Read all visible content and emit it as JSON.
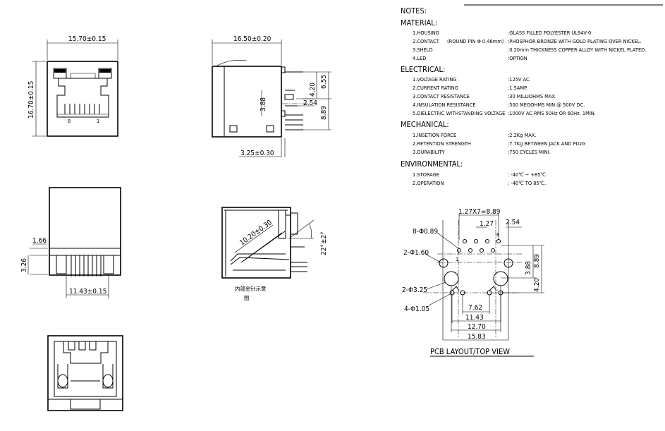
{
  "views": {
    "front": {
      "width_dim": "15.70±0.15",
      "height_dim": "16.70±0.15",
      "pin_left": "8",
      "pin_right": "1"
    },
    "side": {
      "length_dim": "16.50±0.20",
      "top_dim": "6.55",
      "d1": "4.20",
      "d2": "3.88",
      "d3": "2.54",
      "d4": "8.89",
      "bottom_dim": "3.25±0.30"
    },
    "rear": {
      "d1": "1.66",
      "d2": "3.26",
      "width_dim": "11.43±0.15"
    },
    "section": {
      "diag_dim": "10.20±0.30",
      "angle_dim": "22°±2°",
      "caption_line1": "内部金针示意",
      "caption_line2": "图"
    }
  },
  "notes": {
    "title": "NOTES:",
    "sections": [
      {
        "heading": "MATERIAL:",
        "items": [
          {
            "label": "1.HOUSING",
            "extra": "",
            "value": ":GLASS FILLED POLYESTER UL94V-0"
          },
          {
            "label": "2.CONTACT",
            "extra": "(ROUND PIN Φ 0.46mm)",
            "value": ":PHOSPHOR BRONZE WITH GOLD PLATING OVER NICKEL."
          },
          {
            "label": "3.SHELD",
            "extra": "",
            "value": ":0.20mm THICKNESS COPPER ALLOY WITH NICKEL PLATED."
          },
          {
            "label": "4.LED",
            "extra": "",
            "value": ":OPTION"
          }
        ]
      },
      {
        "heading": "ELECTRICAL:",
        "items": [
          {
            "label": "1.VOLTAGE RATING",
            "extra": "",
            "value": ":125V AC."
          },
          {
            "label": "2.CURRENT RATING",
            "extra": "",
            "value": ":1.5AMP."
          },
          {
            "label": "3.CONTACT RESISTANCE",
            "extra": "",
            "value": ":30 MILLIOHMS MAX."
          },
          {
            "label": "4.INSULATION RESISTANCE",
            "extra": "",
            "value": ":500 MEGOHMS MIN @ 500V DC."
          },
          {
            "label": "5.DIELECTRIC WITHSTANDING VOLTAGE",
            "extra": "",
            "value": ":1000V AC RMS 50Hz OR 60Hz. 1MIN."
          }
        ]
      },
      {
        "heading": "MECHANICAL:",
        "items": [
          {
            "label": "1.INSETION FORCE",
            "extra": "",
            "value": ":2.2Kg MAX."
          },
          {
            "label": "2.RETENTION STRENGTH",
            "extra": "",
            "value": ":7.7Kg BETWEEN JACK AND PLUG"
          },
          {
            "label": "3.DURABILITY",
            "extra": "",
            "value": ":750 CYCLES MINI."
          }
        ]
      },
      {
        "heading": "ENVIRONMENTAL:",
        "items": [
          {
            "label": "1.STORAGE",
            "extra": "",
            "value": ": -40℃ ~ +85℃."
          },
          {
            "label": "2.OPERATION",
            "extra": "",
            "value": ": -40℃ TO 85℃."
          }
        ]
      }
    ]
  },
  "pcb": {
    "title": "PCB LAYOUT/TOP VIEW",
    "pitch_dim": "1.27X7=8.89",
    "d127": "1.27",
    "d254": "2.54",
    "holes_8": "8-Φ0.89",
    "holes_2a": "2-Φ1.60",
    "holes_2b": "2-Φ3.25",
    "holes_4": "4-Φ1.05",
    "pin1": "1",
    "pin8": "8",
    "v388": "3.88",
    "v889": "8.89",
    "v420": "4.20",
    "w762": "7.62",
    "w1143": "11.43",
    "w1270": "12.70",
    "w1583": "15.83"
  }
}
